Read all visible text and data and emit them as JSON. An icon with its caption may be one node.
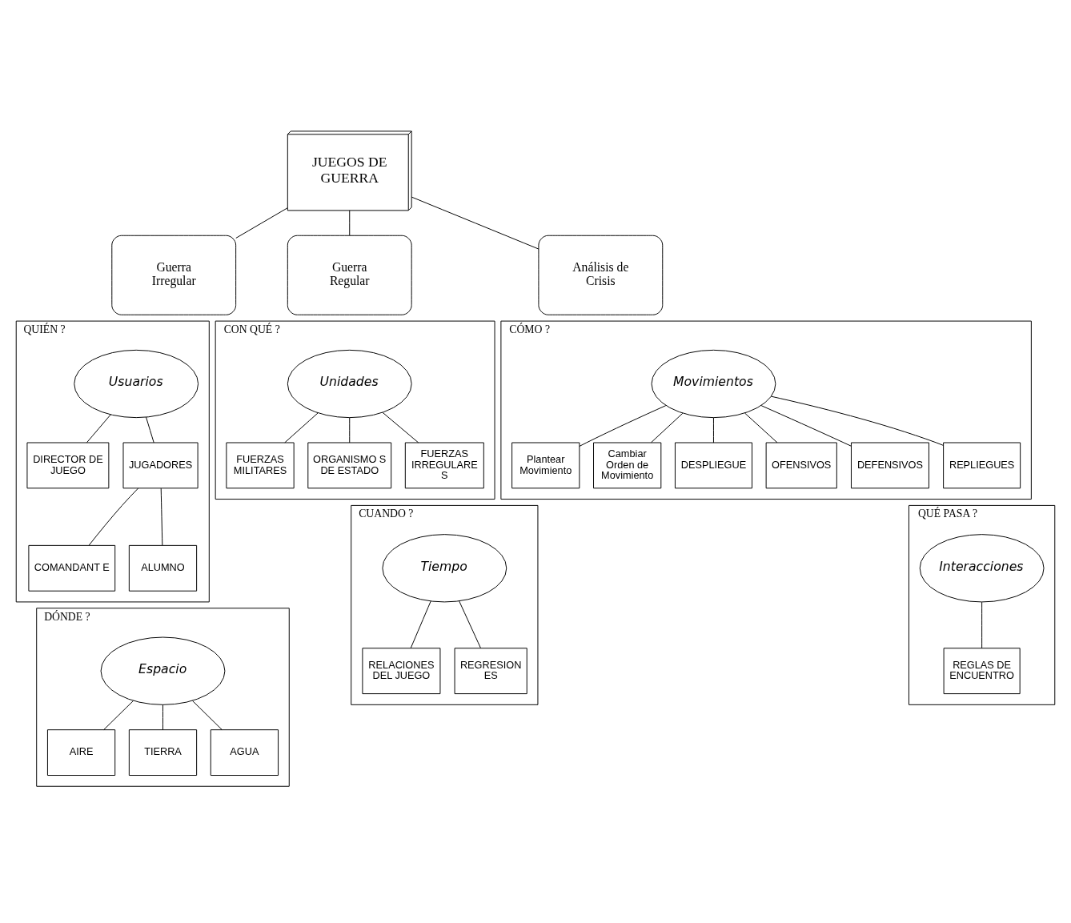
{
  "diagram": {
    "nodes": [
      {
        "text": [
          "JUEGOS DE GUERRA"
        ]
      },
      {
        "text": [
          "Guerra Irregular"
        ]
      },
      {
        "text": [
          "Guerra Regular"
        ]
      },
      {
        "text": [
          "Análisis de Crisis"
        ]
      },
      {
        "text": [
          "QUIÉN ?"
        ]
      },
      {
        "text": [
          "Usuarios"
        ],
        "in": 4
      },
      {
        "text": [
          "DIRECTOR DE JUEGO"
        ],
        "in": 4
      },
      {
        "text": [
          "JUGADORES"
        ],
        "in": 4
      },
      {
        "text": [
          "COMANDANT E"
        ],
        "in": 4
      },
      {
        "text": [
          "ALUMNO"
        ],
        "in": 4
      },
      {
        "text": [
          "CON QUÉ ?"
        ]
      },
      {
        "text": [
          "Unidades"
        ],
        "in": 10
      },
      {
        "text": [
          "FUERZAS MILITARES"
        ],
        "in": 10
      },
      {
        "text": [
          "ORGANISMO S DE ESTADO"
        ],
        "in": 10
      },
      {
        "text": [
          "FUERZAS IRREGULARE S"
        ],
        "in": 10
      },
      {
        "text": [
          "CÓMO ?"
        ]
      },
      {
        "text": [
          "Movimientos"
        ],
        "in": 15
      },
      {
        "text": [
          "Plantear Movimiento"
        ],
        "in": 15
      },
      {
        "text": [
          "Cambiar Orden de Movimiento"
        ],
        "in": 15
      },
      {
        "text": [
          "DESPLIEGUE"
        ],
        "in": 15
      },
      {
        "text": [
          "OFENSIVOS"
        ],
        "in": 15
      },
      {
        "text": [
          "DEFENSIVOS"
        ],
        "in": 15
      },
      {
        "text": [
          "REPLIEGUES"
        ],
        "in": 15
      },
      {
        "text": [
          "DÓNDE ?"
        ]
      },
      {
        "text": [
          "Espacio"
        ],
        "in": 23
      },
      {
        "text": [
          "AIRE"
        ],
        "in": 23
      },
      {
        "text": [
          "TIERRA"
        ],
        "in": 23
      },
      {
        "text": [
          "AGUA"
        ],
        "in": 23
      },
      {
        "text": [
          "CUANDO ?"
        ]
      },
      {
        "text": [
          "Tiempo"
        ],
        "in": 28
      },
      {
        "text": [
          "RELACIONES DEL JUEGO"
        ],
        "in": 28
      },
      {
        "text": [
          "REGRESION ES"
        ],
        "in": 28
      },
      {
        "text": [
          "QUÉ PASA ?"
        ]
      },
      {
        "text": [
          "Interacciones"
        ],
        "in": 32
      },
      {
        "text": [
          "REGLAS DE ENCUENTRO"
        ],
        "in": 32
      }
    ],
    "edges": [
      {
        "from": 0,
        "to": 1,
        "arrow": "none"
      },
      {
        "from": 0,
        "to": 2,
        "arrow": "none"
      },
      {
        "from": 0,
        "to": 3,
        "arrow": "none"
      },
      {
        "from": 5,
        "to": 6,
        "arrow": "none"
      },
      {
        "from": 5,
        "to": 7,
        "arrow": "none"
      },
      {
        "from": 7,
        "to": 8,
        "arrow": "none"
      },
      {
        "from": 7,
        "to": 9,
        "arrow": "none"
      },
      {
        "from": 11,
        "to": 12,
        "arrow": "none"
      },
      {
        "from": 11,
        "to": 13,
        "arrow": "none"
      },
      {
        "from": 11,
        "to": 14,
        "arrow": "none"
      },
      {
        "from": 16,
        "to": 17,
        "arrow": "none"
      },
      {
        "from": 16,
        "to": 18,
        "arrow": "none"
      },
      {
        "from": 16,
        "to": 19,
        "arrow": "none"
      },
      {
        "from": 16,
        "to": 20,
        "arrow": "none"
      },
      {
        "from": 16,
        "to": 21,
        "arrow": "none"
      },
      {
        "from": 16,
        "to": 22,
        "arrow": "none"
      },
      {
        "from": 24,
        "to": 25,
        "arrow": "none"
      },
      {
        "from": 24,
        "to": 26,
        "arrow": "none"
      },
      {
        "from": 24,
        "to": 27,
        "arrow": "none"
      },
      {
        "from": 29,
        "to": 30,
        "arrow": "none"
      },
      {
        "from": 29,
        "to": 31,
        "arrow": "none"
      },
      {
        "from": 33,
        "to": 34,
        "arrow": "none"
      }
    ]
  }
}
